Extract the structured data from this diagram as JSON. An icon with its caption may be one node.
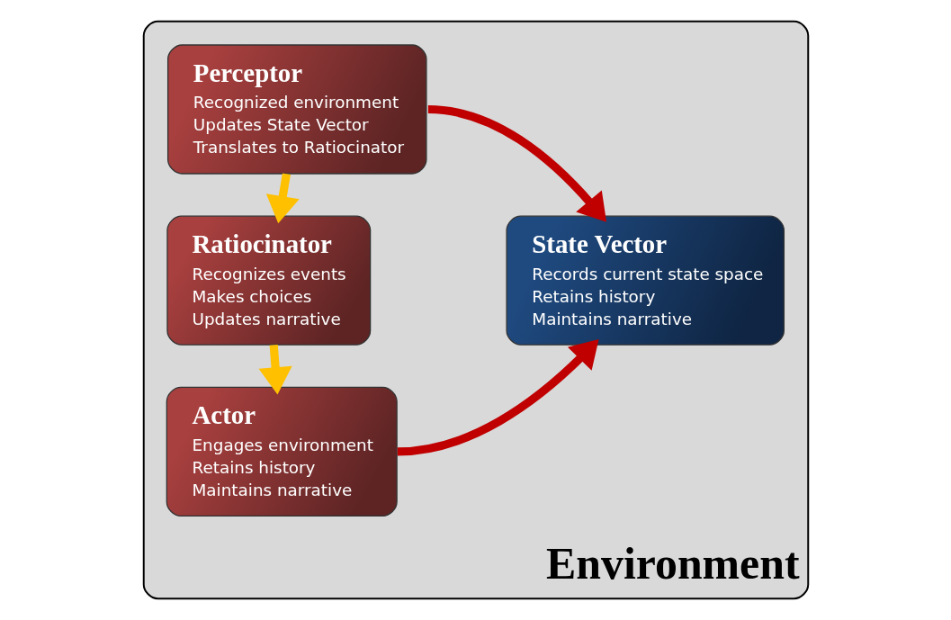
{
  "diagram": {
    "nodes": [
      {
        "text": [
          "Environment"
        ]
      },
      {
        "text": [
          "Perceptor",
          "Recognized environment",
          "Updates State Vector",
          "Translates to Ratiocinator"
        ],
        "in": 0
      },
      {
        "text": [
          "Ratiocinator",
          "Recognizes events",
          "Makes choices",
          "Updates narrative"
        ],
        "in": 0
      },
      {
        "text": [
          "Actor",
          "Engages environment",
          "Retains history",
          "Maintains narrative"
        ],
        "in": 0
      },
      {
        "text": [
          "State Vector",
          "Records current state space",
          "Retains history",
          "Maintains narrative"
        ],
        "in": 0
      }
    ],
    "edges": [
      {
        "from": 1,
        "to": 2,
        "arrow": "to",
        "color": "#ffc000"
      },
      {
        "from": 2,
        "to": 3,
        "arrow": "to",
        "color": "#ffc000"
      },
      {
        "from": 1,
        "to": 4,
        "arrow": "to",
        "color": "#c00000"
      },
      {
        "from": 3,
        "to": 4,
        "arrow": "to",
        "color": "#c00000"
      }
    ]
  }
}
